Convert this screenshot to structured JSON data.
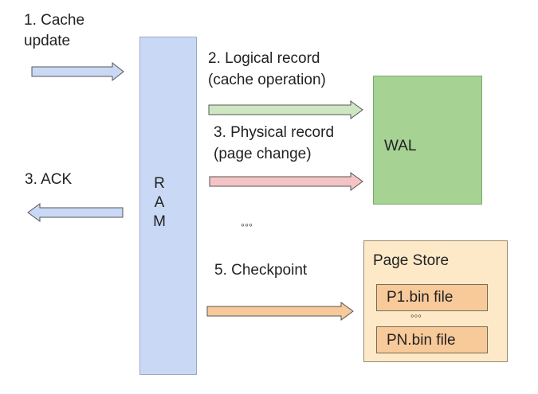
{
  "labels": {
    "cache_update_1": "1. Cache",
    "cache_update_2": "update",
    "logical_1": "2. Logical record",
    "logical_2": "(cache operation)",
    "physical_1": "3. Physical record",
    "physical_2": "(page change)",
    "ack": "3. ACK",
    "checkpoint": "5. Checkpoint",
    "ellipsis": "◦◦◦"
  },
  "ram": {
    "letters": [
      "R",
      "A",
      "M"
    ]
  },
  "wal": {
    "label": "WAL"
  },
  "page_store": {
    "title": "Page Store",
    "files": [
      "P1.bin file",
      "PN.bin file"
    ],
    "ellipsis": "◦◦◦"
  },
  "colors": {
    "ram_fill": "#c9d9f5",
    "wal_fill": "#a6d394",
    "store_fill": "#fde9c8",
    "file_fill": "#f8ca9a",
    "arrow_blue": "#c9d9f5",
    "arrow_green": "#cfe6c3",
    "arrow_pink": "#f4c4c4",
    "arrow_orange": "#f8c99a"
  }
}
